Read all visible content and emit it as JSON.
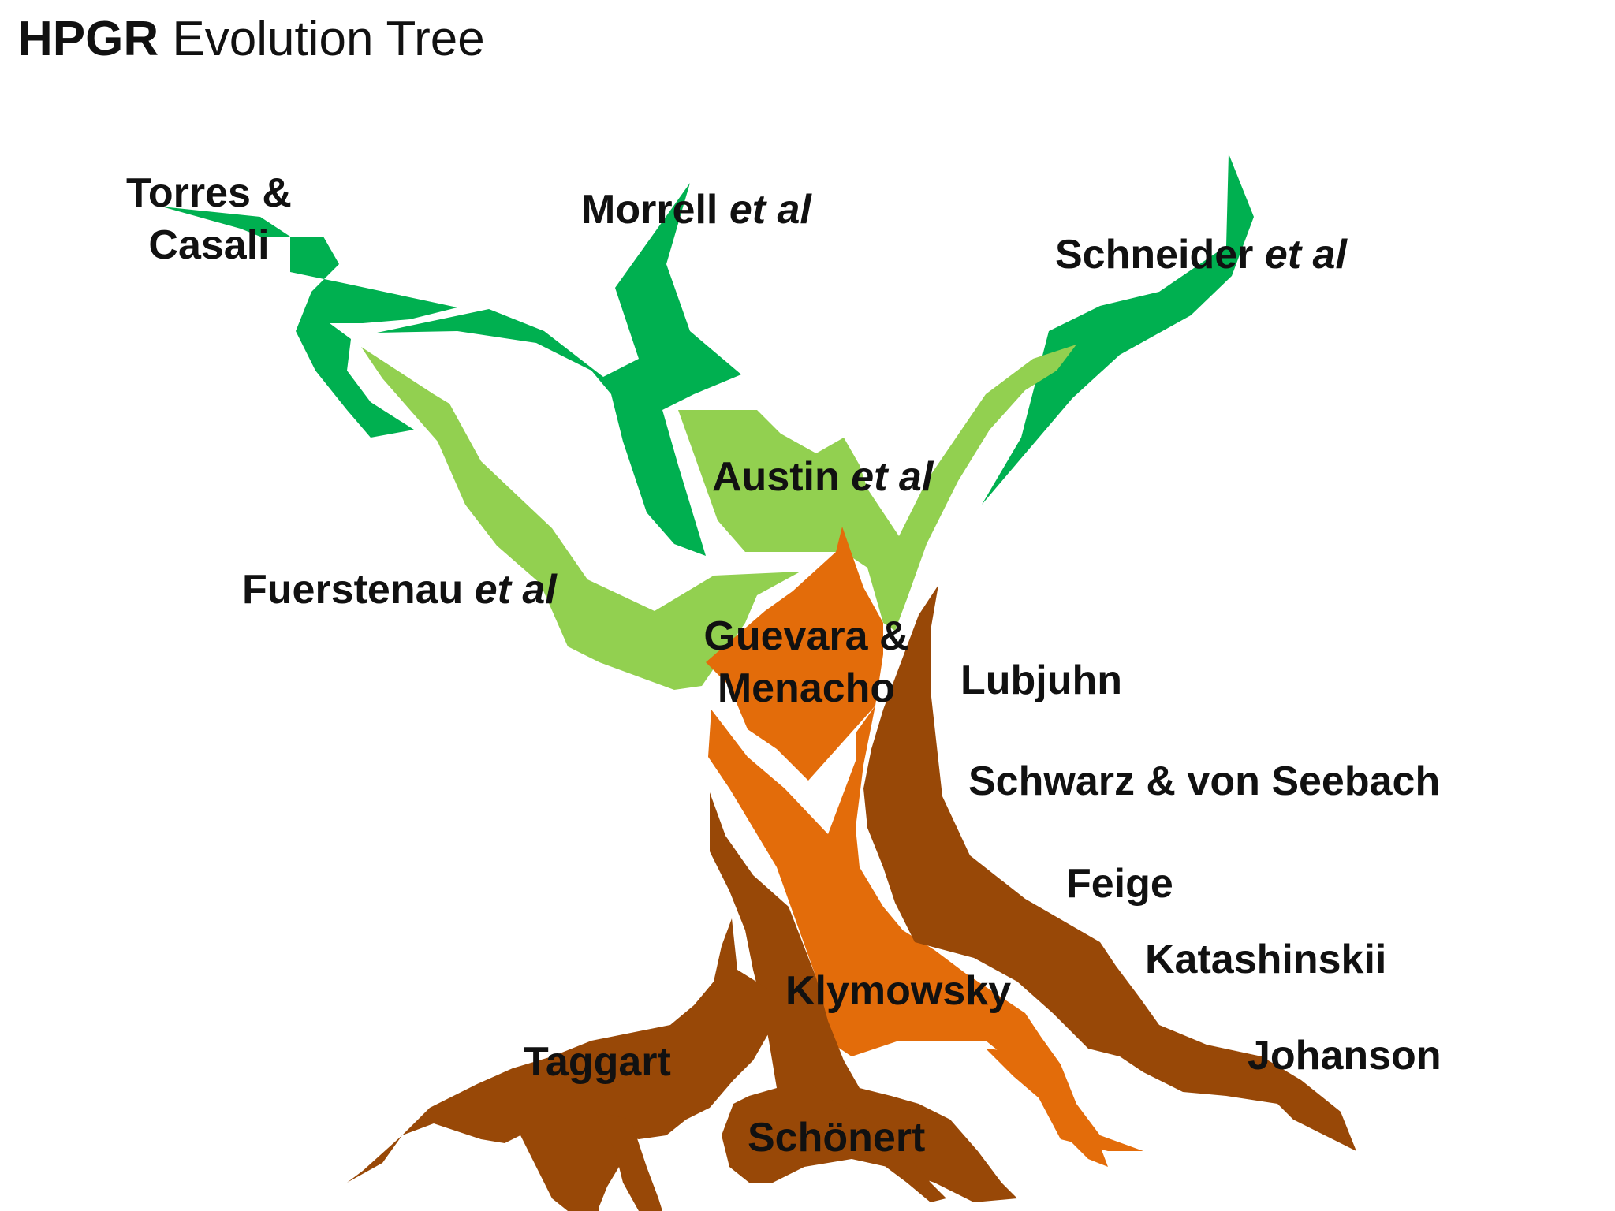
{
  "title": {
    "bold": "HPGR",
    "rest": " Evolution Tree"
  },
  "colors": {
    "branch_dark_green": "#00b050",
    "branch_light_green": "#92d050",
    "trunk_orange": "#e36c0a",
    "root_brown": "#984807",
    "text": "#111111"
  },
  "labels": {
    "torres_line1": "Torres &",
    "torres_line2": "Casali",
    "morrell_name": "Morrell ",
    "morrell_etal": "et al",
    "schneider_name": "Schneider ",
    "schneider_etal": "et al",
    "austin_name": "Austin ",
    "austin_etal": "et al",
    "fuerstenau_name": "Fuerstenau ",
    "fuerstenau_etal": "et al",
    "guevara_line1": "Guevara &",
    "guevara_line2": "Menacho",
    "lubjuhn": "Lubjuhn",
    "schwarz": "Schwarz & von Seebach",
    "feige": "Feige",
    "katashinskii": "Katashinskii",
    "johanson": "Johanson",
    "klymowsky": "Klymowsky",
    "taggart": "Taggart",
    "schonert": "Schönert"
  }
}
